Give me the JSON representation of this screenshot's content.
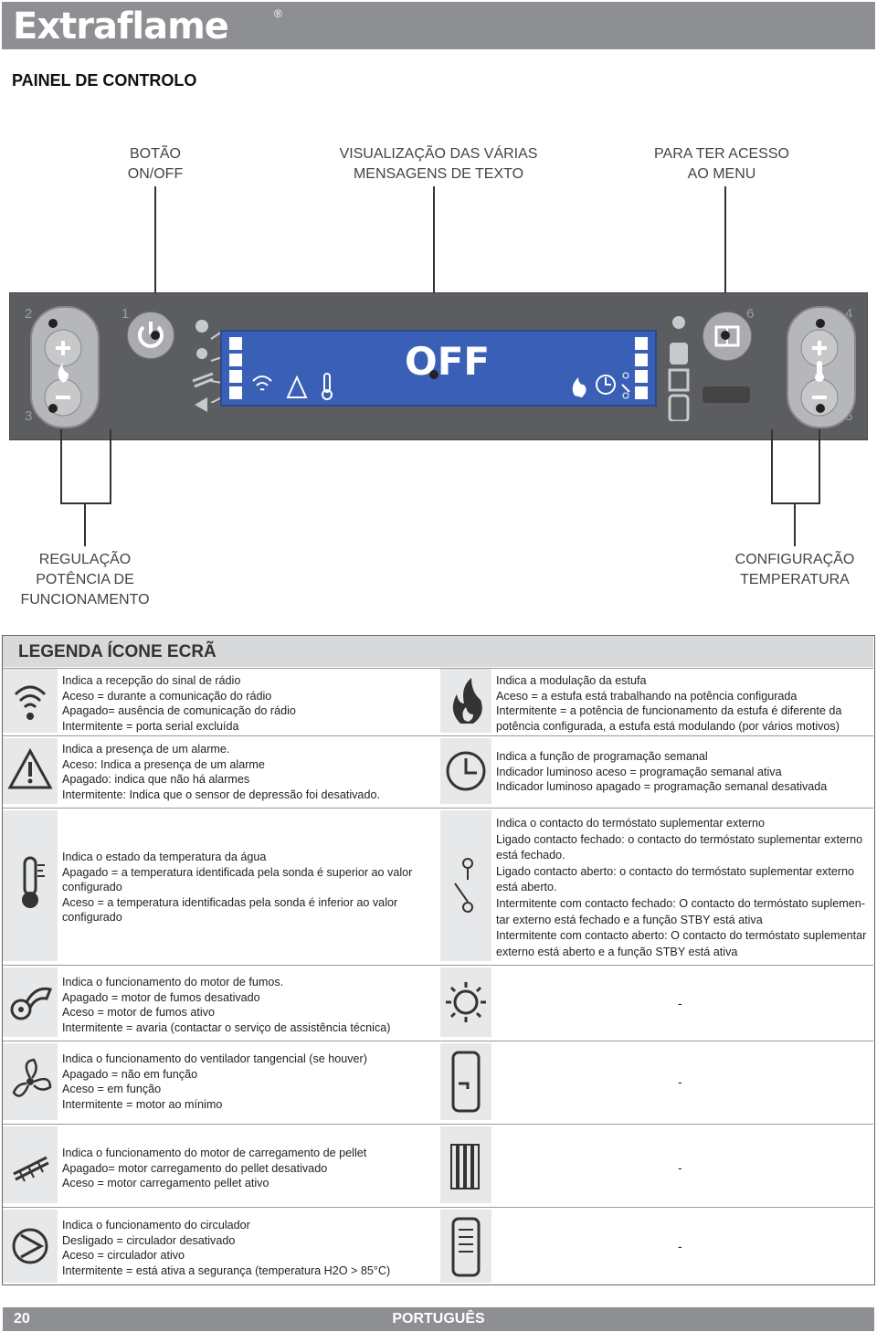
{
  "brand": {
    "name": "Extraflame",
    "registered_mark": "®"
  },
  "page_title": "PAINEL DE CONTROLO",
  "callouts": {
    "on_off": [
      "BOTÃO",
      "ON/OFF"
    ],
    "messages": [
      "VISUALIZAÇÃO DAS VÁRIAS",
      "MENSAGENS DE TEXTO"
    ],
    "menu": [
      "PARA TER ACESSO",
      "AO MENU"
    ],
    "power": [
      "REGULAÇÃO",
      "POTÊNCIA DE",
      "FUNCIONAMENTO"
    ],
    "temperature": [
      "CONFIGURAÇÃO",
      "TEMPERATURA"
    ]
  },
  "panel": {
    "display_text": "OFF",
    "button_numbers": {
      "n1": "1",
      "n2": "2",
      "n3": "3",
      "n4": "4",
      "n5": "5",
      "n6": "6"
    }
  },
  "legend": {
    "title": "LEGENDA ÍCONE ECRÃ",
    "left": [
      {
        "icon": "radio-signal-icon",
        "lines": [
          "Indica a recepção do sinal de rádio",
          "Aceso = durante a comunicação do rádio",
          "Apagado= ausência de comunicação do rádio",
          "Intermitente = porta serial excluída"
        ]
      },
      {
        "icon": "alarm-warning-icon",
        "lines": [
          "Indica a presença de um alarme.",
          "Aceso: Indica a presença de um alarme",
          "Apagado: indica que não há alarmes",
          "Intermitente: Indica que o sensor de depressão foi desativado."
        ]
      },
      {
        "icon": "water-thermometer-icon",
        "lines": [
          "Indica o estado da temperatura da água",
          "Apagado = a temperatura identificada pela sonda é superior ao valor",
          "configurado",
          "Aceso = a temperatura identificadas pela sonda é inferior ao valor",
          "configurado"
        ]
      },
      {
        "icon": "smoke-motor-icon",
        "lines": [
          "Indica o funcionamento do motor de fumos.",
          "Apagado = motor de fumos desativado",
          "Aceso = motor de fumos ativo",
          "Intermitente = avaria (contactar o serviço de assistência técnica)"
        ]
      },
      {
        "icon": "tangential-fan-icon",
        "lines": [
          "Indica o funcionamento do ventilador tangencial (se houver)",
          "Apagado = não em função",
          "Aceso = em função",
          "Intermitente = motor ao mínimo"
        ]
      },
      {
        "icon": "pellet-auger-icon",
        "lines": [
          "Indica o funcionamento do motor de carregamento de pellet",
          "Apagado= motor carregamento do pellet desativado",
          "Aceso = motor carregamento pellet ativo"
        ]
      },
      {
        "icon": "circulator-pump-icon",
        "lines": [
          "Indica o funcionamento do circulador",
          "Desligado = circulador desativado",
          "Aceso = circulador ativo",
          "Intermitente = está ativa a segurança (temperatura H2O > 85°C)"
        ]
      }
    ],
    "right": [
      {
        "icon": "flame-modulation-icon",
        "lines": [
          "Indica a modulação da estufa",
          "Aceso = a estufa está trabalhando na potência configurada",
          "Intermitente =  a potência de funcionamento da estufa é diferente da",
          "potência configurada, a estufa está modulando (por vários motivos)"
        ]
      },
      {
        "icon": "clock-icon",
        "lines": [
          "Indica a função de programação semanal",
          "Indicador luminoso aceso = programação semanal ativa",
          "Indicador luminoso apagado = programação semanal desativada"
        ]
      },
      {
        "icon": "thermostat-contact-icon",
        "lines": [
          "Indica o contacto do termóstato suplementar externo",
          "Ligado contacto fechado: o contacto do termóstato suplementar externo",
          "está fechado.",
          "Ligado  contacto aberto: o contacto do termóstato suplementar externo",
          "está aberto.",
          "Intermitente com contacto fechado: O contacto do termóstato suplemen-",
          "tar externo está fechado e a função STBY está ativa",
          "Intermitente com contacto aberto: O contacto do termóstato suplementar",
          "externo está aberto e a função STBY está ativa"
        ]
      },
      {
        "icon": "sun-icon",
        "lines": [
          "-"
        ]
      },
      {
        "icon": "boiler-tap-icon",
        "lines": [
          "-"
        ]
      },
      {
        "icon": "radiator-icon",
        "lines": [
          "-"
        ]
      },
      {
        "icon": "puffer-tank-icon",
        "lines": [
          "-"
        ]
      }
    ]
  },
  "footer": {
    "page_number": "20",
    "language": "PORTUGUÊS"
  }
}
